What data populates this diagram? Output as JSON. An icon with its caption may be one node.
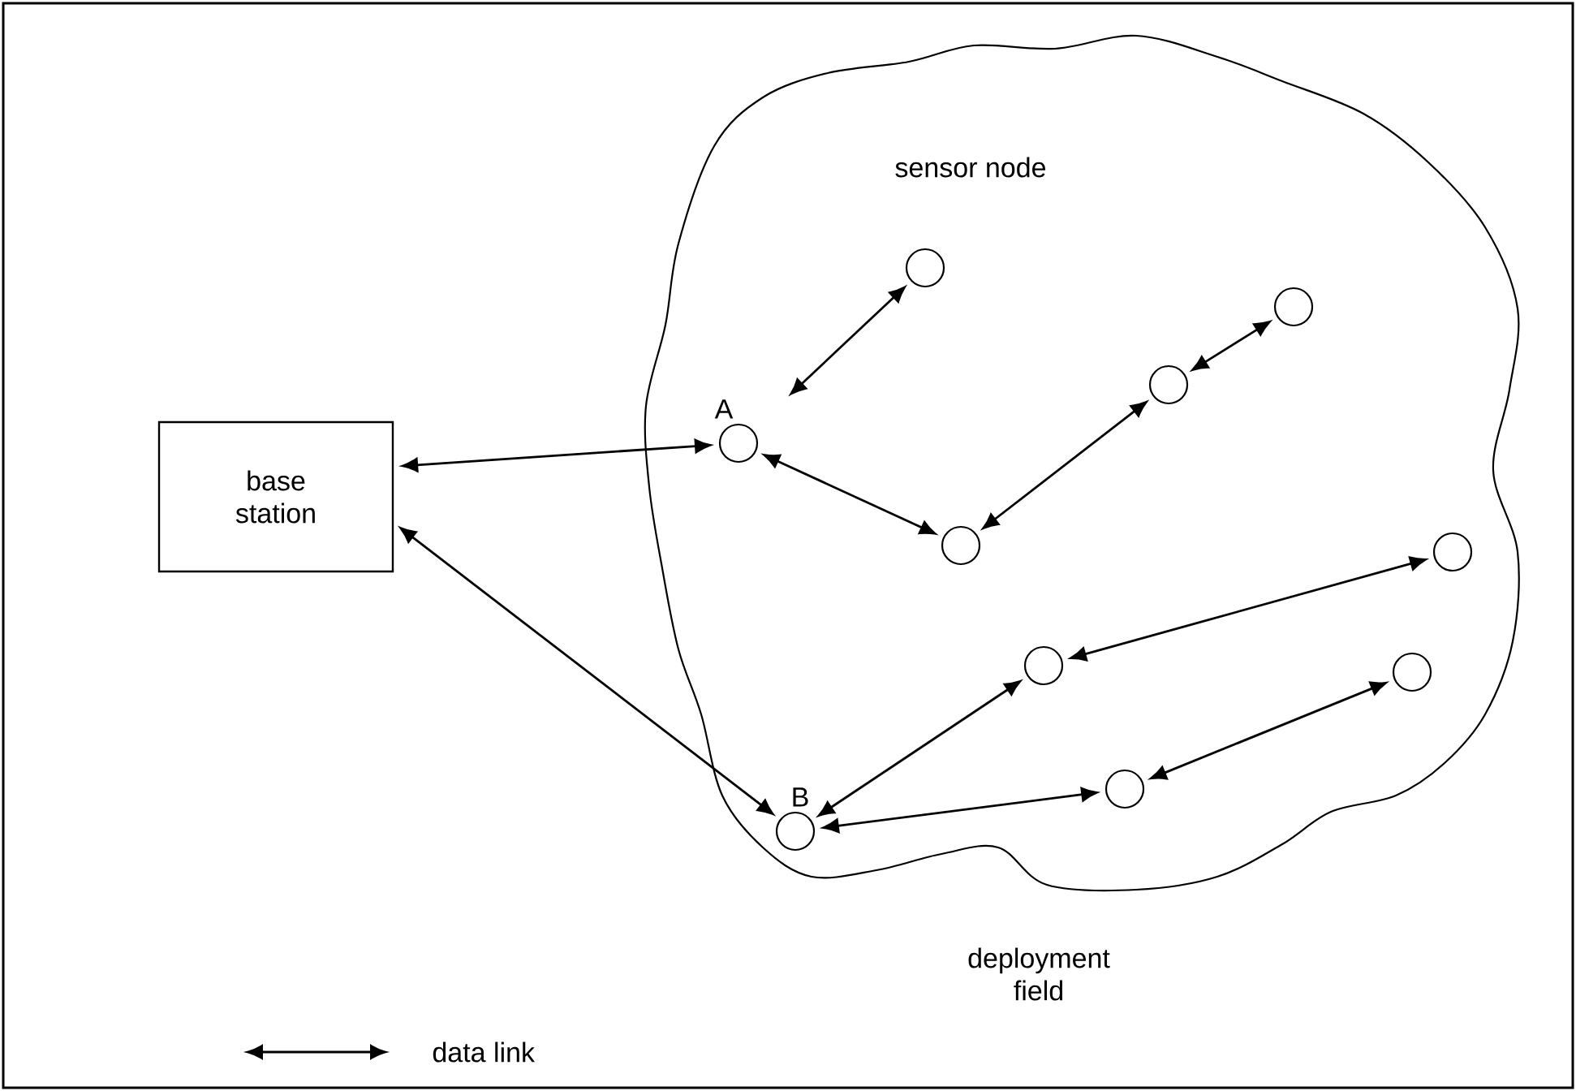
{
  "diagram": {
    "nodes": [
      {
        "text": [
          "base station"
        ]
      },
      {
        "text": [
          "deployment field"
        ]
      },
      {
        "text": [],
        "shape": "circle",
        "in": 1
      },
      {
        "text": [],
        "shape": "circle",
        "in": 1
      },
      {
        "text": [],
        "shape": "circle",
        "in": 1
      },
      {
        "text": [],
        "shape": "circle",
        "in": 1,
        "beside": [
          "A"
        ]
      },
      {
        "text": [],
        "shape": "circle",
        "in": 1
      },
      {
        "text": [],
        "shape": "circle",
        "in": 1
      },
      {
        "text": [],
        "shape": "circle",
        "in": 1
      },
      {
        "text": [],
        "shape": "circle",
        "in": 1
      },
      {
        "text": [],
        "shape": "circle",
        "in": 1
      },
      {
        "text": [],
        "shape": "circle",
        "in": 1,
        "beside": [
          "B"
        ]
      }
    ],
    "edges": [
      {
        "from": 0,
        "to": 5,
        "arrow": "both"
      },
      {
        "from": 0,
        "to": 11,
        "arrow": "both"
      },
      {
        "from": 5,
        "to": 2,
        "arrow": "both"
      },
      {
        "from": 5,
        "to": 6,
        "arrow": "both"
      },
      {
        "from": 6,
        "to": 4,
        "arrow": "both"
      },
      {
        "from": 4,
        "to": 3,
        "arrow": "both"
      },
      {
        "from": 8,
        "to": 7,
        "arrow": "both"
      },
      {
        "from": 11,
        "to": 8,
        "arrow": "both"
      },
      {
        "from": 11,
        "to": 10,
        "arrow": "both"
      },
      {
        "from": 10,
        "to": 9,
        "arrow": "both"
      }
    ],
    "labels": [
      "sensor node"
    ],
    "legend": [
      {
        "text": "data link"
      }
    ]
  }
}
